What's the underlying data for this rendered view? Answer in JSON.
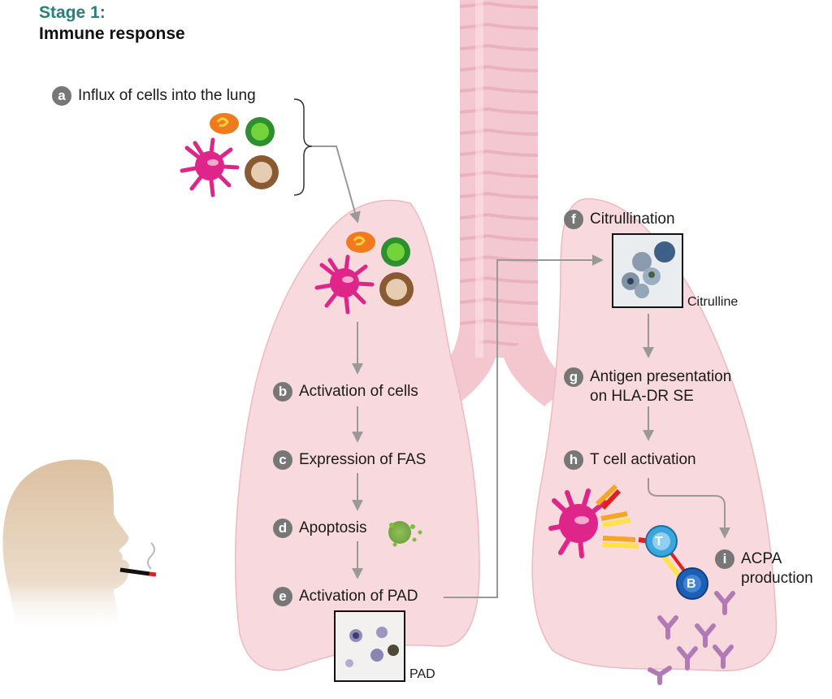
{
  "title": {
    "stage": "Stage 1:",
    "subtitle": "Immune response"
  },
  "steps": [
    {
      "letter": "a",
      "label": "Influx of cells into the lung"
    },
    {
      "letter": "b",
      "label": "Activation of cells"
    },
    {
      "letter": "c",
      "label": "Expression of FAS"
    },
    {
      "letter": "d",
      "label": "Apoptosis"
    },
    {
      "letter": "e",
      "label": "Activation of PAD"
    },
    {
      "letter": "f",
      "label": "Citrullination"
    },
    {
      "letter": "g",
      "label": "Antigen presentation",
      "label2": "on HLA-DR SE"
    },
    {
      "letter": "h",
      "label": "T cell activation"
    },
    {
      "letter": "i",
      "label": "ACPA",
      "label2": "production"
    }
  ],
  "micrographs": {
    "pad": "PAD",
    "citrulline": "Citrulline"
  },
  "cells": {
    "t_cell": "T",
    "b_cell": "B"
  },
  "colors": {
    "title_teal": "#2a7f7a",
    "lung_fill": "#f7d6da",
    "lung_stroke": "#e9b7bf",
    "arrow": "#999999",
    "badge": "#777777",
    "dendritic_cell": "#e0258a",
    "neutrophil": "#f07b1e",
    "lymphocyte": "#3cb33c",
    "macrophage": "#a0703f",
    "t_cell": "#3aa6dc",
    "b_cell": "#1c5fb4",
    "antibody": "#b27ab5",
    "face": "#dcc0a0"
  }
}
